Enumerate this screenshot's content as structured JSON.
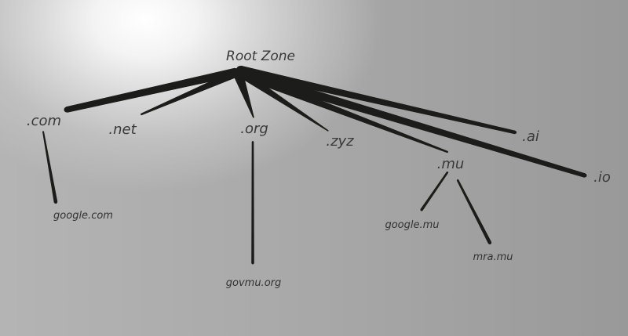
{
  "root": {
    "id": "root",
    "label": "Root Zone"
  },
  "tlds": [
    {
      "id": "com",
      "label": ".com"
    },
    {
      "id": "net",
      "label": ".net"
    },
    {
      "id": "org",
      "label": ".org"
    },
    {
      "id": "zyz",
      "label": ".zyz"
    },
    {
      "id": "mu",
      "label": ".mu"
    },
    {
      "id": "ai",
      "label": ".ai"
    },
    {
      "id": "io",
      "label": ".io"
    }
  ],
  "domains": [
    {
      "id": "google-com",
      "parent": "com",
      "label": "google.com"
    },
    {
      "id": "govmu-org",
      "parent": "org",
      "label": "govmu.org"
    },
    {
      "id": "google-mu",
      "parent": "mu",
      "label": "google.mu"
    },
    {
      "id": "mra-mu",
      "parent": "mu",
      "label": "mra.mu"
    }
  ],
  "colors": {
    "edge": "#1c1c1a",
    "label": "#3a3a3a"
  }
}
